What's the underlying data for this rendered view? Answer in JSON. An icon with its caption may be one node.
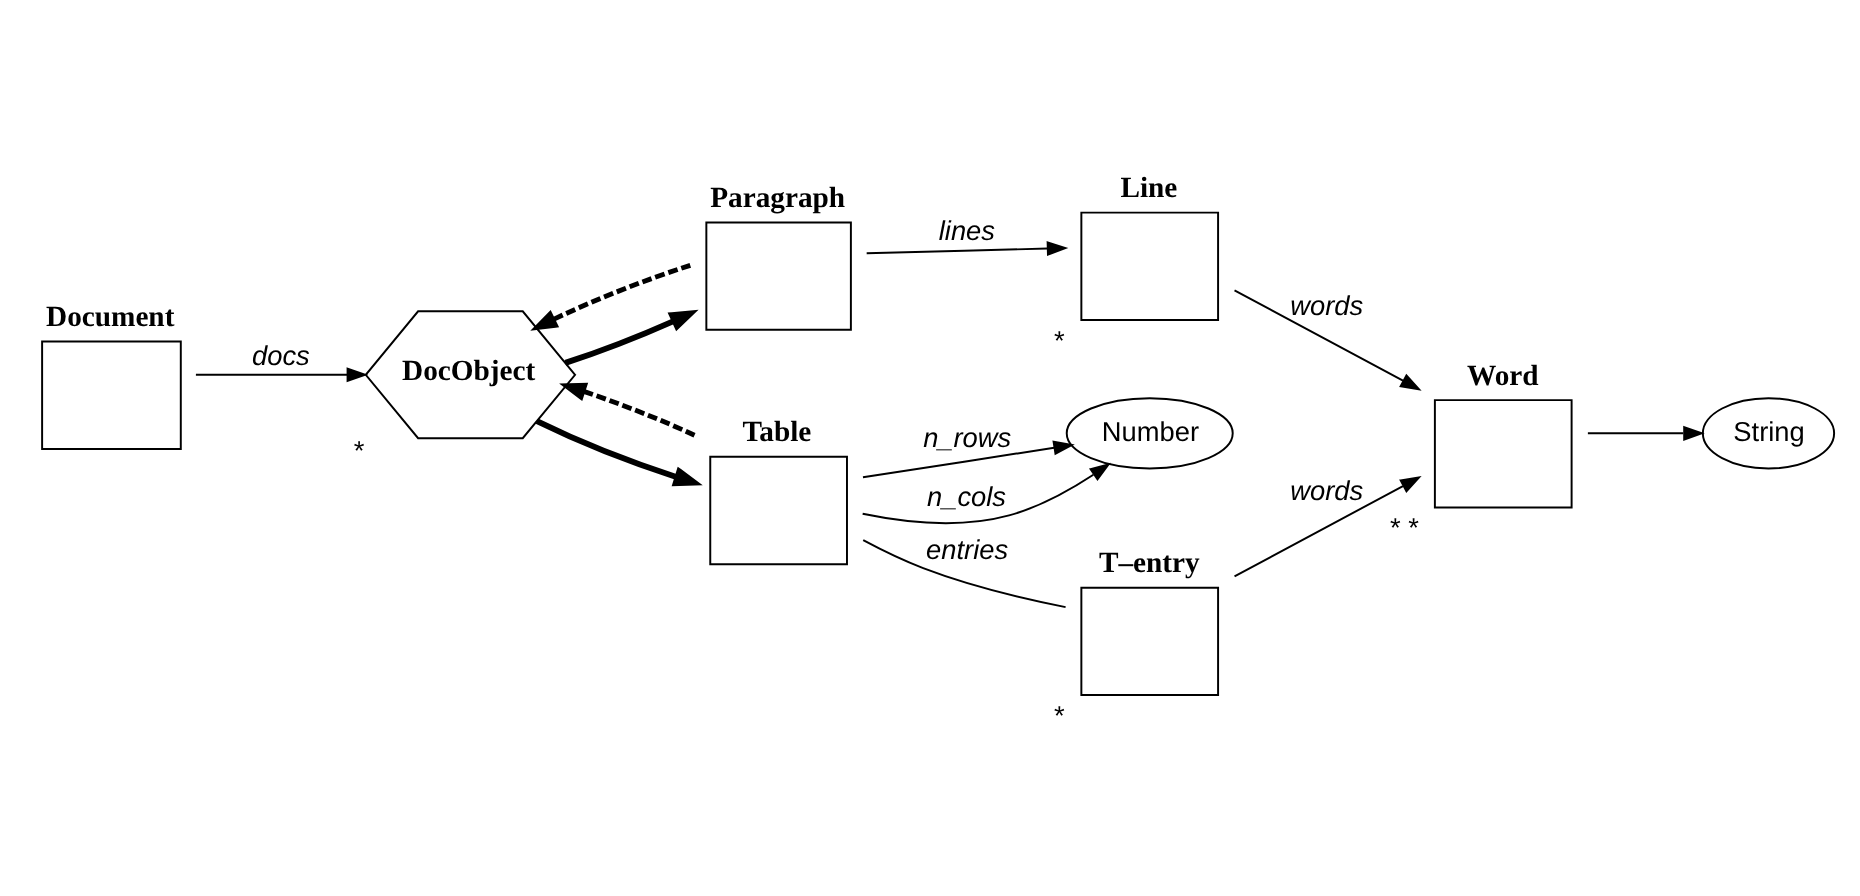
{
  "diagram": {
    "nodes": [
      {
        "text": [
          "Document"
        ]
      },
      {
        "text": [
          "DocObject"
        ],
        "beside": [
          "*"
        ]
      },
      {
        "text": [
          "Paragraph"
        ]
      },
      {
        "text": [
          "Line"
        ],
        "beside": [
          "*"
        ]
      },
      {
        "text": [
          "Table"
        ]
      },
      {
        "text": [
          "Number"
        ]
      },
      {
        "text": [
          "T–entry"
        ],
        "beside": [
          "*"
        ]
      },
      {
        "text": [
          "Word"
        ],
        "beside": [
          "*",
          "*"
        ]
      },
      {
        "text": [
          "String"
        ]
      }
    ],
    "edges": [
      {
        "from": 0,
        "to": 1,
        "arrow": "to",
        "label": "docs"
      },
      {
        "from": 1,
        "to": 2,
        "arrow": "to",
        "style": "thick"
      },
      {
        "from": 2,
        "to": 1,
        "arrow": "to",
        "style": "dashed"
      },
      {
        "from": 2,
        "to": 3,
        "arrow": "to",
        "label": "lines"
      },
      {
        "from": 3,
        "to": 7,
        "arrow": "to",
        "label": "words"
      },
      {
        "from": 1,
        "to": 4,
        "arrow": "to",
        "style": "thick"
      },
      {
        "from": 4,
        "to": 1,
        "arrow": "to",
        "style": "dashed"
      },
      {
        "from": 4,
        "to": 5,
        "arrow": "to",
        "label": "n_rows"
      },
      {
        "from": 4,
        "to": 5,
        "arrow": "to",
        "label": "n_cols"
      },
      {
        "from": 4,
        "to": 6,
        "arrow": "none",
        "label": "entries"
      },
      {
        "from": 6,
        "to": 7,
        "arrow": "to",
        "label": "words"
      },
      {
        "from": 7,
        "to": 8,
        "arrow": "to"
      }
    ]
  }
}
